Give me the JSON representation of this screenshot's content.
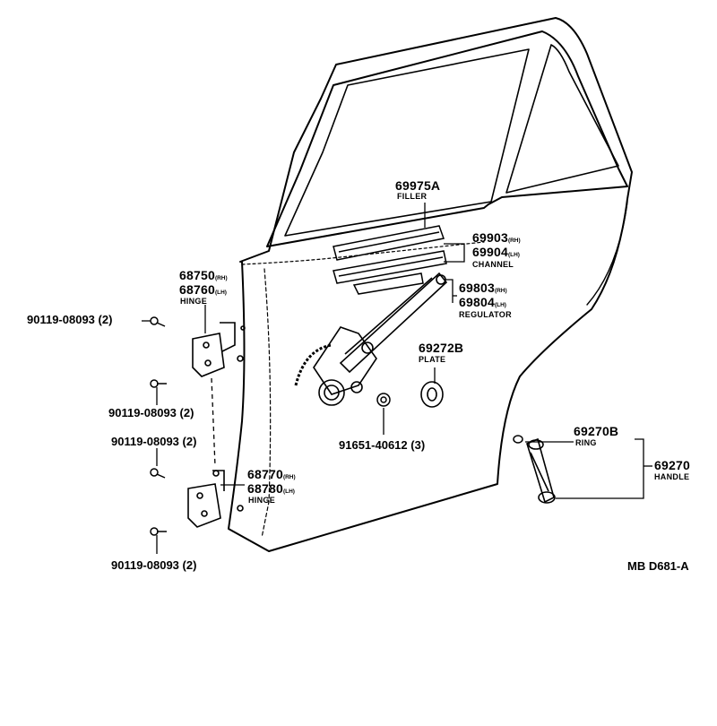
{
  "diagram_id": "MB D681-A",
  "parts": {
    "filler": {
      "number": "69975A",
      "name": "FILLER"
    },
    "channel": {
      "number_rh": "69903",
      "side_rh": "(RH)",
      "number_lh": "69904",
      "side_lh": "(LH)",
      "name": "CHANNEL"
    },
    "regulator": {
      "number_rh": "69803",
      "side_rh": "(RH)",
      "number_lh": "69804",
      "side_lh": "(LH)",
      "name": "REGULATOR"
    },
    "plate": {
      "number": "69272B",
      "name": "PLATE"
    },
    "upper_hinge": {
      "number_rh": "68750",
      "side_rh": "(RH)",
      "number_lh": "68760",
      "side_lh": "(LH)",
      "name": "HINGE"
    },
    "lower_hinge": {
      "number_rh": "68770",
      "side_rh": "(RH)",
      "number_lh": "68780",
      "side_lh": "(LH)",
      "name": "HINGE"
    },
    "bolt_1": {
      "number": "90119-08093",
      "qty": "(2)"
    },
    "bolt_2": {
      "number": "90119-08093",
      "qty": "(2)"
    },
    "bolt_3": {
      "number": "90119-08093",
      "qty": "(2)"
    },
    "bolt_4": {
      "number": "90119-08093",
      "qty": "(2)"
    },
    "nut": {
      "number": "91651-40612",
      "qty": "(3)"
    },
    "ring": {
      "number": "69270B",
      "name": "RING"
    },
    "handle": {
      "number": "69270",
      "name": "HANDLE"
    }
  }
}
